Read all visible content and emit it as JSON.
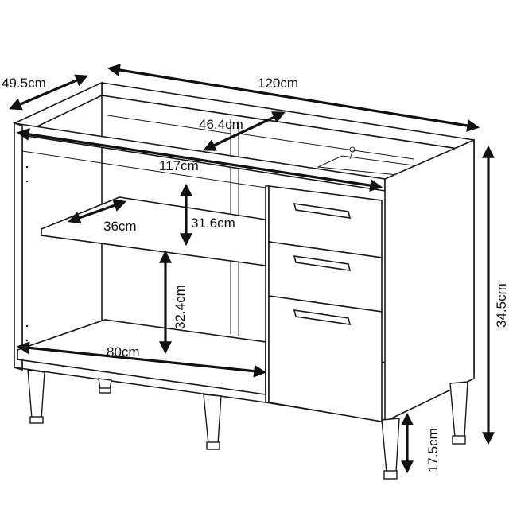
{
  "dimensions": {
    "depth": "49.5cm",
    "width": "120cm",
    "inner_depth": "46.4cm",
    "inner_width": "117cm",
    "shelf_depth": "36cm",
    "upper_height": "31.6cm",
    "lower_height": "32.4cm",
    "bottom_width": "80cm",
    "body_height": "34.5cm",
    "leg_height": "17.5cm"
  }
}
